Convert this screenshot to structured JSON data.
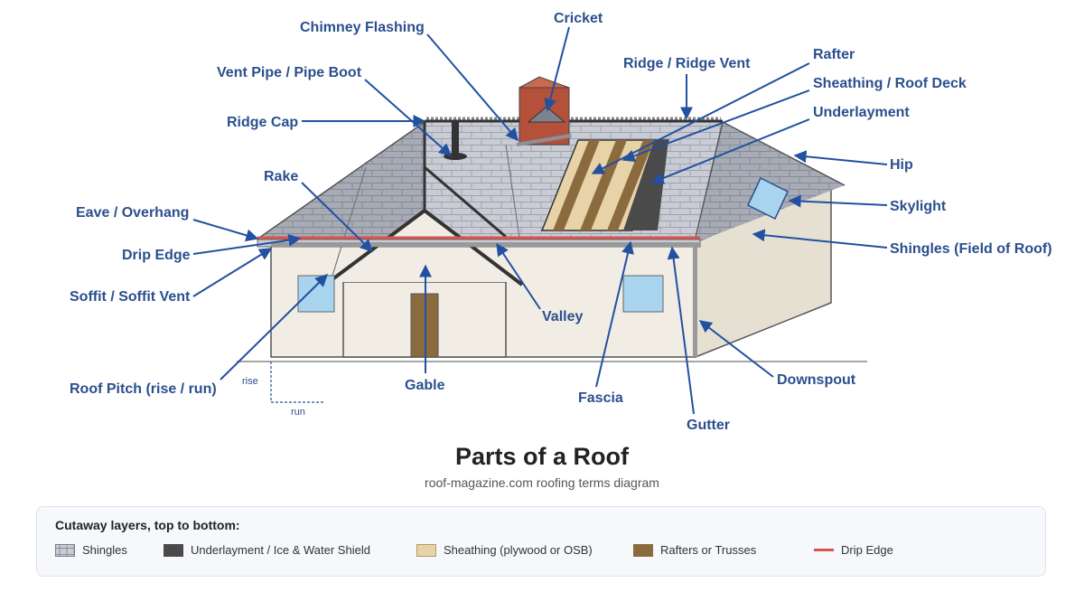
{
  "colors": {
    "label": "#2b4f8e",
    "arrow": "#2151a0",
    "shingles": "#c9ccd4",
    "underlayment": "#4a4a4a",
    "sheathing": "#e8d3a8",
    "rafters": "#8b6a3e",
    "drip_edge": "#d9534f",
    "chimney": "#b5513b",
    "skylight": "#a9d4ef",
    "wall": "#f1ede4",
    "door": "#8b6a3e"
  },
  "labels": {
    "chimney_flashing": "Chimney Flashing",
    "cricket": "Cricket",
    "ridge_vent": "Ridge / Ridge Vent",
    "rafter": "Rafter",
    "sheathing": "Sheathing / Roof Deck",
    "underlayment": "Underlayment",
    "vent_pipe": "Vent Pipe / Pipe Boot",
    "ridge_cap": "Ridge Cap",
    "hip": "Hip",
    "rake": "Rake",
    "skylight": "Skylight",
    "eave": "Eave / Overhang",
    "drip_edge": "Drip Edge",
    "shingles_field": "Shingles (Field of Roof)",
    "soffit": "Soffit / Soffit Vent",
    "valley": "Valley",
    "downspout": "Downspout",
    "roof_pitch": "Roof Pitch (rise / run)",
    "gable": "Gable",
    "fascia": "Fascia",
    "gutter": "Gutter",
    "rise": "rise",
    "run": "run"
  },
  "title": "Parts of a Roof",
  "subtitle": "roof-magazine.com roofing terms diagram",
  "legend": {
    "title": "Cutaway layers, top to bottom:",
    "items": [
      {
        "label": "Shingles",
        "icon": "shingles-swatch"
      },
      {
        "label": "Underlayment / Ice & Water Shield",
        "icon": "underlayment-swatch"
      },
      {
        "label": "Sheathing (plywood or OSB)",
        "icon": "sheathing-swatch"
      },
      {
        "label": "Rafters or Trusses",
        "icon": "rafter-swatch"
      },
      {
        "label": "Drip Edge",
        "icon": "drip-edge-line"
      }
    ]
  }
}
